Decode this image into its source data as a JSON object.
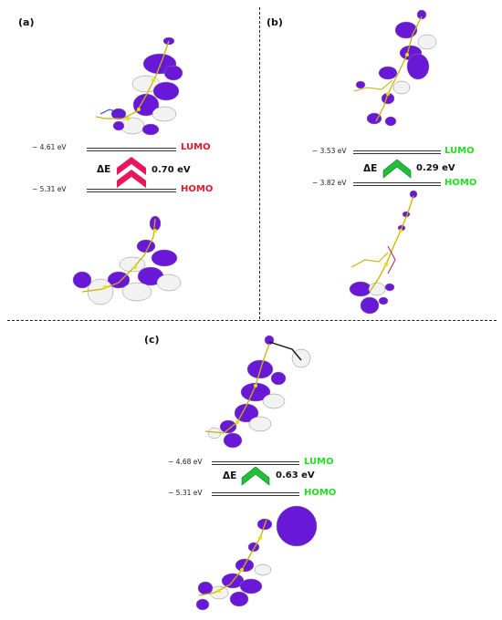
{
  "panels": [
    {
      "label": "(a)",
      "lumo_energy": "− 4.61 eV",
      "homo_energy": "− 5.31 eV",
      "lumo_label": "LUMO",
      "homo_label": "HOMO",
      "delta_symbol": "ΔE",
      "gap": "0.70 eV",
      "label_color": "#e0192b",
      "arrow_color": "#e8175d",
      "arrow_style": "double-chevron"
    },
    {
      "label": "(b)",
      "lumo_energy": "− 3.53 eV",
      "homo_energy": "− 3.82 eV",
      "lumo_label": "LUMO",
      "homo_label": "HOMO",
      "delta_symbol": "ΔE",
      "gap": "0.29 eV",
      "label_color": "#22dd22",
      "arrow_color": "#1fbf3a",
      "arrow_style": "single-chevron"
    },
    {
      "label": "(c)",
      "lumo_energy": "− 4.68 eV",
      "homo_energy": "− 5.31 eV",
      "lumo_label": "LUMO",
      "homo_label": "HOMO",
      "delta_symbol": "ΔE",
      "gap": "0.63 eV",
      "label_color": "#22dd22",
      "arrow_color": "#1fbf3a",
      "arrow_style": "single-chevron"
    }
  ],
  "colors": {
    "orbital_lobe": "#6a18d8",
    "orbital_lobe_alt": "#f2f2f2",
    "divider": "#222222"
  }
}
